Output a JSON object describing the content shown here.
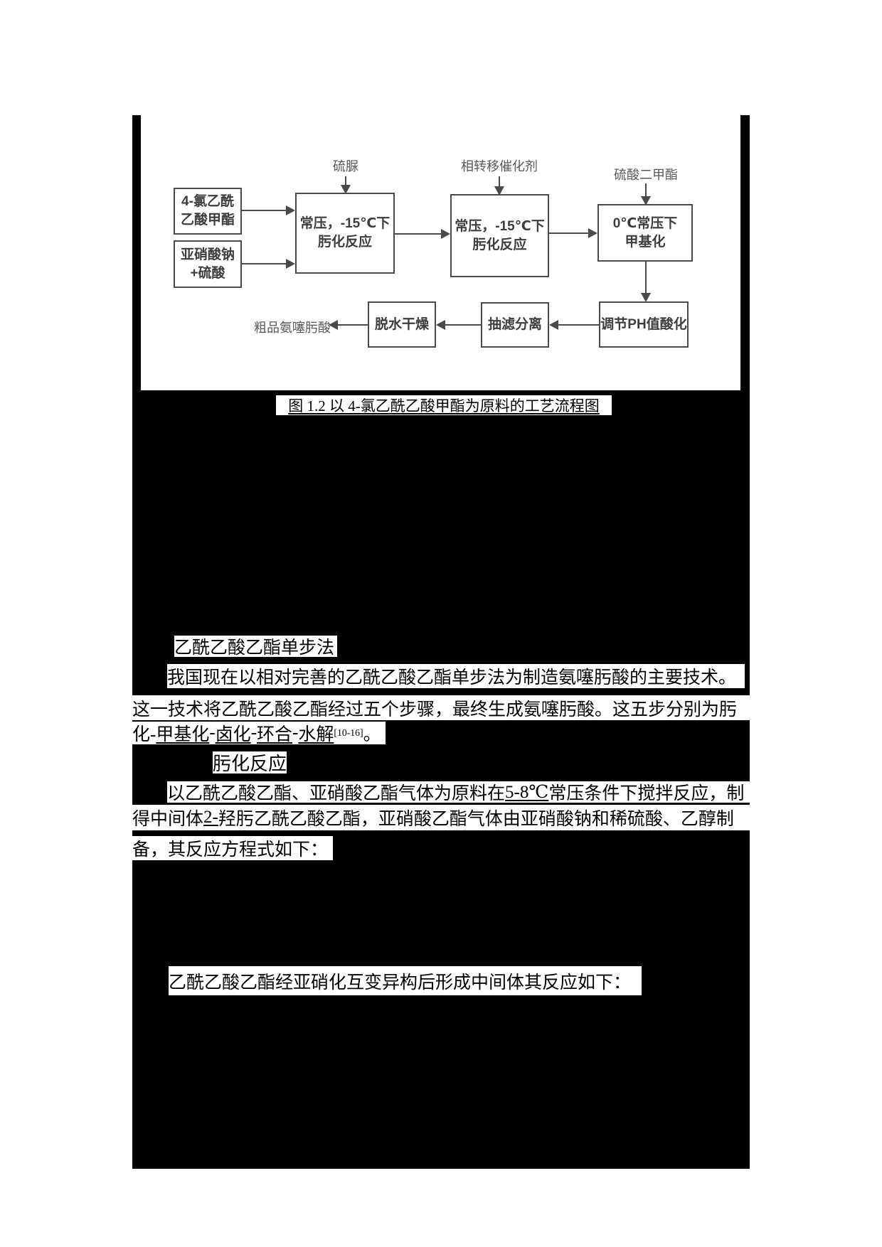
{
  "page": {
    "background": "#ffffff",
    "redaction_color": "#000000",
    "stroke_color": "#4a4a4a",
    "box_text_color": "#3d3d3d",
    "label_text_color": "#595959"
  },
  "figure": {
    "caption": "图 1.2 以 4-氯乙酰乙酸甲酯为原料的工艺流程图",
    "flowchart": {
      "top_labels": {
        "thiourea": "硫脲",
        "phase_transfer_catalyst": "相转移催化剂",
        "dimethyl_sulfate": "硫酸二甲酯"
      },
      "boxes": {
        "feed1": {
          "lines": [
            "4-氯乙酰",
            "乙酸甲酯"
          ]
        },
        "feed2": {
          "lines": [
            "亚硝酸钠",
            "+硫酸"
          ]
        },
        "oximation1": {
          "lines": [
            "常压，-15℃下",
            "肟化反应"
          ]
        },
        "oximation2": {
          "lines": [
            "常压，-15℃下",
            "肟化反应"
          ]
        },
        "methylation": {
          "lines": [
            "0℃常压下",
            "甲基化"
          ]
        },
        "acidify": {
          "lines": [
            "调节PH值酸化"
          ]
        },
        "filter": {
          "lines": [
            "抽滤分离"
          ]
        },
        "dry": {
          "lines": [
            "脱水干燥"
          ]
        }
      },
      "output_label": "粗品氨噻肟酸"
    }
  },
  "body": {
    "heading1": "乙酰乙酸乙酯单步法",
    "para1_line1": "我国现在以相对完善的乙酰乙酸乙酯单步法为制造氨噻肟酸的主要技术。",
    "para1_line2": "这一技术将乙酰乙酸乙酯经过五个步骤，最终生成氨噻肟酸。这五步分别为肟",
    "para1_line3": [
      {
        "t": "化-"
      },
      {
        "t": "甲基化",
        "u": true
      },
      {
        "t": "-"
      },
      {
        "t": "卤化",
        "u": true
      },
      {
        "t": "-"
      },
      {
        "t": "环合",
        "u": true
      },
      {
        "t": "-"
      },
      {
        "t": "水解",
        "u": true
      },
      {
        "t": "[10-16]",
        "sup": true
      },
      {
        "t": "。"
      }
    ],
    "heading2": "肟化反应",
    "para2_line1": [
      {
        "t": "以乙酰乙酸乙酯、亚硝酸乙酯气体为原料在 "
      },
      {
        "t": "5-8℃",
        "u": true
      },
      {
        "t": "常压条件下搅拌反应，制"
      }
    ],
    "para2_line2": [
      {
        "t": "得中间体 "
      },
      {
        "t": "2-",
        "u": true
      },
      {
        "t": "羟肟乙酰乙酸乙酯，亚硝酸乙酯气体由亚硝酸钠和稀硫酸、乙醇制"
      }
    ],
    "para2_line3": "备，其反应方程式如下：",
    "para3_line1": "乙酰乙酸乙酯经亚硝化互变异构后形成中间体其反应如下："
  }
}
